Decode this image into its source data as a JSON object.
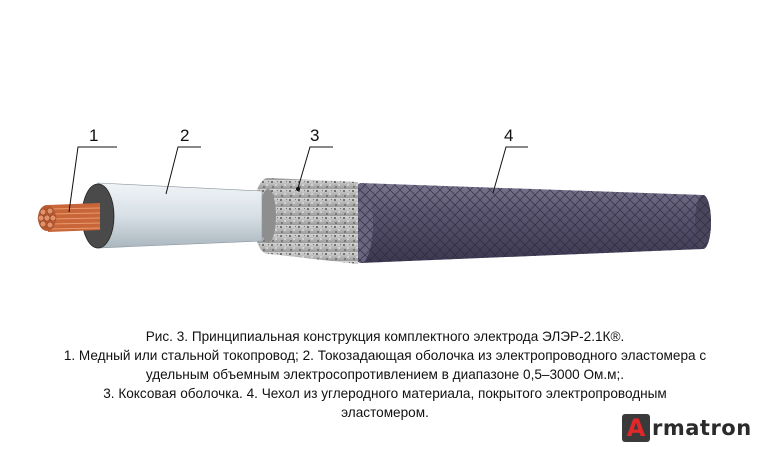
{
  "callouts": [
    "1",
    "2",
    "3",
    "4"
  ],
  "caption": {
    "line1": "Рис. 3. Принципиальная конструкция комплектного электрода ЭЛЭР-2.1К®.",
    "line2": "1. Медный или стальной токопровод; 2. Токозадающая оболочка из электропроводного эластомера с",
    "line3": "удельным объемным электросопротивлением в диапазоне 0,5–3000 Ом.м;.",
    "line4": "3. Коксовая оболочка. 4. Чехол из углеродного материала, покрытого электропроводным",
    "line5": "эластомером."
  },
  "logo": {
    "mark_letter": "A",
    "word": "rmatron",
    "accent_color": "#e0282a"
  },
  "colors": {
    "copper": "#c8663a",
    "insulation": "#d8e0e6",
    "coke": "#bdbdbd",
    "jacket": "#55506a"
  }
}
